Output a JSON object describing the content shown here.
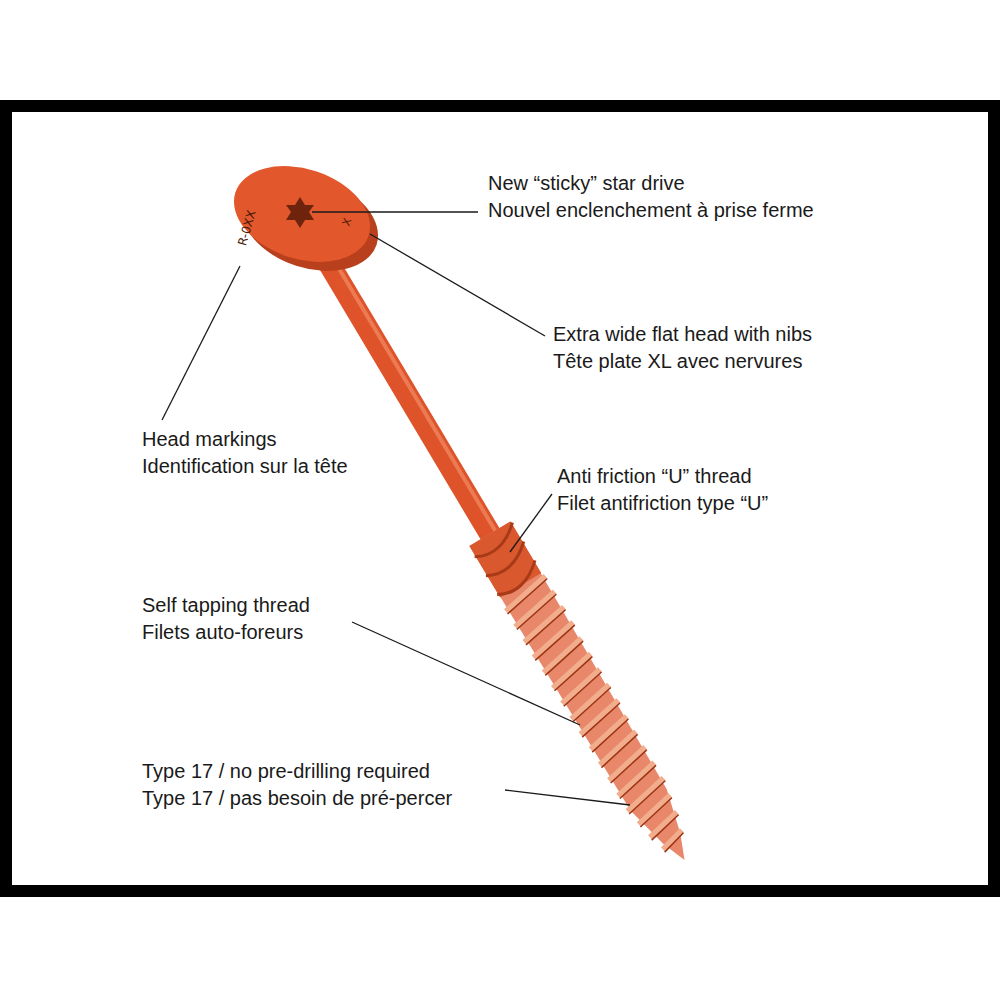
{
  "diagram": {
    "labels": [
      "New “sticky” star drive",
      "Nouvel enclenchement à prise ferme",
      "Extra wide flat head with nibs",
      "Tête plate XL avec nervures",
      "Head markings",
      "Identification sur la tête",
      "Anti friction “U” thread",
      "Filet antifriction type “U”",
      "Self tapping thread",
      "Filets auto-foreurs",
      "Type 17 / no pre-drilling required",
      "Type 17 / pas besoin de pré-percer",
      "R-0XX",
      "X"
    ]
  }
}
